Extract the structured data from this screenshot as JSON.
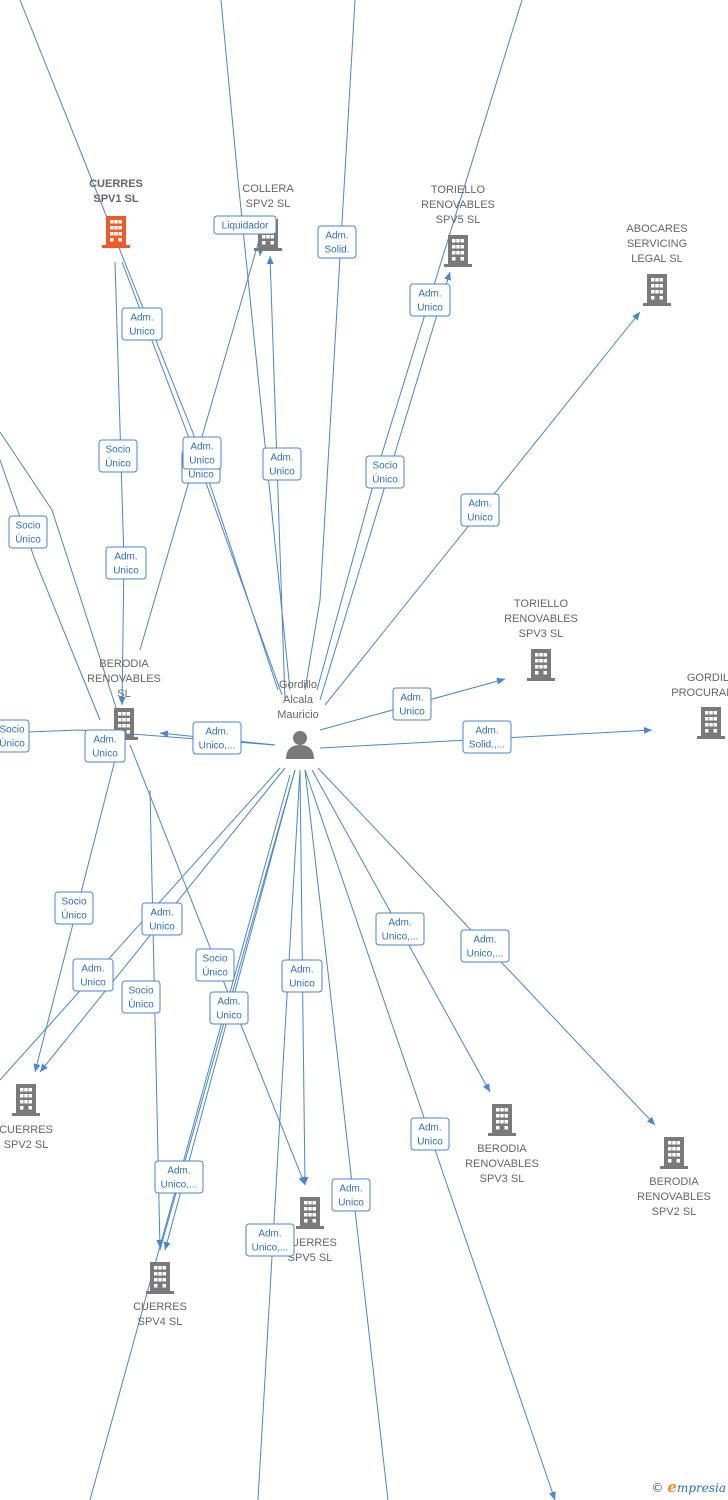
{
  "center": {
    "lines": [
      "Gordillo",
      "Alcala",
      "Mauricio"
    ]
  },
  "companies": [
    {
      "id": "cuerres_spv1",
      "lines": [
        "CUERRES",
        "SPV1  SL"
      ],
      "highlight": true
    },
    {
      "id": "collera_spv2",
      "lines": [
        "COLLERA",
        "SPV2  SL"
      ]
    },
    {
      "id": "toriello_spv5",
      "lines": [
        "TORIELLO",
        "RENOVABLES",
        "SPV5  SL"
      ]
    },
    {
      "id": "abocares",
      "lines": [
        "ABOCARES",
        "SERVICING",
        "LEGAL  SL"
      ]
    },
    {
      "id": "toriello_spv3",
      "lines": [
        "TORIELLO",
        "RENOVABLES",
        "SPV3  SL"
      ]
    },
    {
      "id": "gordillo_proc",
      "lines": [
        "GORDILL",
        "PROCURADOR"
      ]
    },
    {
      "id": "berodia_sl",
      "lines": [
        "BERODIA",
        "RENOVABLES",
        "SL"
      ]
    },
    {
      "id": "cuerres_spv2",
      "lines": [
        "CUERRES",
        "SPV2  SL"
      ]
    },
    {
      "id": "berodia_spv3",
      "lines": [
        "BERODIA",
        "RENOVABLES",
        "SPV3  SL"
      ]
    },
    {
      "id": "berodia_spv2",
      "lines": [
        "BERODIA",
        "RENOVABLES",
        "SPV2  SL"
      ]
    },
    {
      "id": "cuerres_spv5",
      "lines": [
        "CUERRES",
        "SPV5  SL"
      ]
    },
    {
      "id": "cuerres_spv4",
      "lines": [
        "CUERRES",
        "SPV4  SL"
      ]
    }
  ],
  "relations": [
    {
      "lines": [
        "Liquidador"
      ]
    },
    {
      "lines": [
        "Adm.",
        "Solid."
      ]
    },
    {
      "lines": [
        "Adm.",
        "Unico"
      ]
    },
    {
      "lines": [
        "Adm.",
        "Unico"
      ]
    },
    {
      "lines": [
        "Socio",
        "Único"
      ]
    },
    {
      "lines": [
        "Socio",
        "Único"
      ]
    },
    {
      "lines": [
        "Adm.",
        "Unico"
      ]
    },
    {
      "lines": [
        "Adm.",
        "Unico"
      ]
    },
    {
      "lines": [
        "Adm.",
        "Unico"
      ]
    },
    {
      "lines": [
        "Adm.",
        "Unico"
      ]
    },
    {
      "lines": [
        "Socio",
        "Único"
      ]
    },
    {
      "lines": [
        "Adm.",
        "Unico"
      ]
    },
    {
      "lines": [
        "Adm.",
        "Unico"
      ]
    },
    {
      "lines": [
        "Adm.",
        "Solid.,..."
      ]
    },
    {
      "lines": [
        "Adm.",
        "Unico,..."
      ]
    },
    {
      "lines": [
        "Socio",
        "Único"
      ]
    },
    {
      "lines": [
        "Adm.",
        "Unico"
      ]
    },
    {
      "lines": [
        "Socio",
        "Único"
      ]
    },
    {
      "lines": [
        "Adm.",
        "Unico"
      ]
    },
    {
      "lines": [
        "Adm.",
        "Unico"
      ]
    },
    {
      "lines": [
        "Socio",
        "Único"
      ]
    },
    {
      "lines": [
        "Socio",
        "Único"
      ]
    },
    {
      "lines": [
        "Adm.",
        "Unico"
      ]
    },
    {
      "lines": [
        "Adm.",
        "Unico"
      ]
    },
    {
      "lines": [
        "Adm.",
        "Unico,..."
      ]
    },
    {
      "lines": [
        "Adm.",
        "Unico,..."
      ]
    },
    {
      "lines": [
        "Adm.",
        "Unico"
      ]
    },
    {
      "lines": [
        "Adm.",
        "Unico,..."
      ]
    },
    {
      "lines": [
        "Adm.",
        "Unico"
      ]
    },
    {
      "lines": [
        "Adm.",
        "Unico,..."
      ]
    }
  ],
  "footer": {
    "copyright": "©",
    "brand_initial": "e",
    "brand_rest": "mpresia"
  },
  "colors": {
    "edge": "#4a86d0",
    "building": "#7a7a7a",
    "building_highlight": "#f05a28",
    "person": "#7a7a7a"
  }
}
